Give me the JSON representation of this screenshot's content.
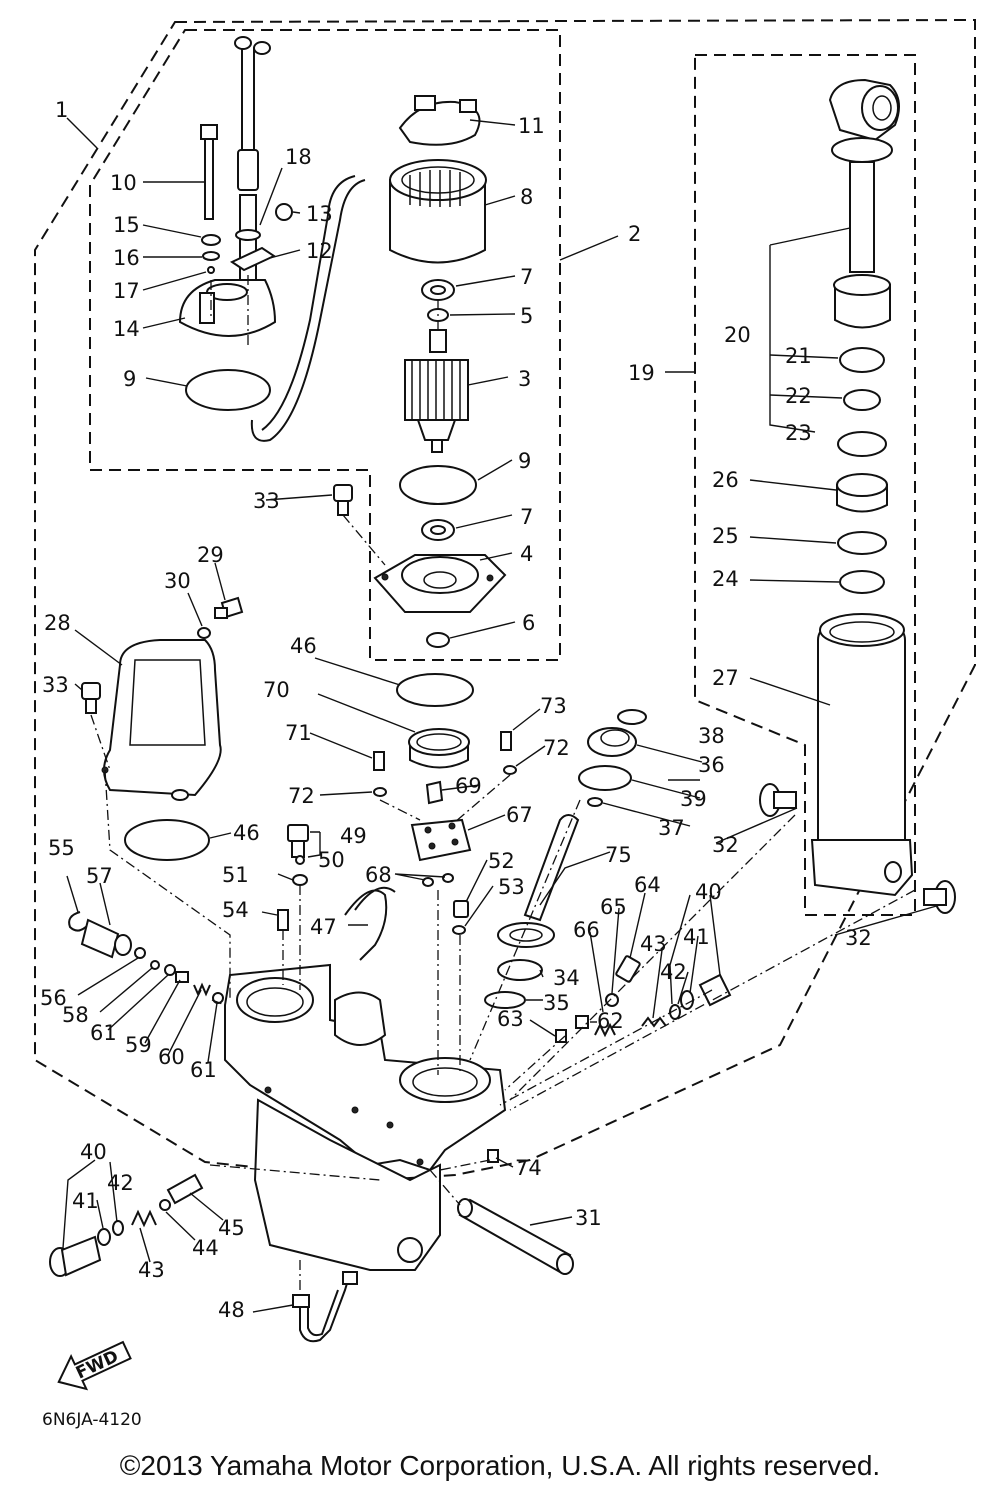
{
  "diagram": {
    "code": "6N6JA-4120",
    "fwd_label": "FWD",
    "copyright": "©2013 Yamaha Motor Corporation, U.S.A. All rights reserved."
  },
  "callouts": [
    {
      "id": "c1",
      "text": "1"
    },
    {
      "id": "c2",
      "text": "2"
    },
    {
      "id": "c3",
      "text": "3"
    },
    {
      "id": "c4",
      "text": "4"
    },
    {
      "id": "c5",
      "text": "5"
    },
    {
      "id": "c6",
      "text": "6"
    },
    {
      "id": "c7a",
      "text": "7"
    },
    {
      "id": "c7b",
      "text": "7"
    },
    {
      "id": "c8",
      "text": "8"
    },
    {
      "id": "c9a",
      "text": "9"
    },
    {
      "id": "c9b",
      "text": "9"
    },
    {
      "id": "c10",
      "text": "10"
    },
    {
      "id": "c11",
      "text": "11"
    },
    {
      "id": "c12",
      "text": "12"
    },
    {
      "id": "c13",
      "text": "13"
    },
    {
      "id": "c14",
      "text": "14"
    },
    {
      "id": "c15",
      "text": "15"
    },
    {
      "id": "c16",
      "text": "16"
    },
    {
      "id": "c17",
      "text": "17"
    },
    {
      "id": "c18",
      "text": "18"
    },
    {
      "id": "c19",
      "text": "19"
    },
    {
      "id": "c20",
      "text": "20"
    },
    {
      "id": "c21",
      "text": "21"
    },
    {
      "id": "c22",
      "text": "22"
    },
    {
      "id": "c23",
      "text": "23"
    },
    {
      "id": "c24",
      "text": "24"
    },
    {
      "id": "c25",
      "text": "25"
    },
    {
      "id": "c26",
      "text": "26"
    },
    {
      "id": "c27",
      "text": "27"
    },
    {
      "id": "c28",
      "text": "28"
    },
    {
      "id": "c29",
      "text": "29"
    },
    {
      "id": "c30",
      "text": "30"
    },
    {
      "id": "c31",
      "text": "31"
    },
    {
      "id": "c32a",
      "text": "32"
    },
    {
      "id": "c32b",
      "text": "32"
    },
    {
      "id": "c33a",
      "text": "33"
    },
    {
      "id": "c33b",
      "text": "33"
    },
    {
      "id": "c34",
      "text": "34"
    },
    {
      "id": "c35",
      "text": "35"
    },
    {
      "id": "c36",
      "text": "36"
    },
    {
      "id": "c37",
      "text": "37"
    },
    {
      "id": "c38",
      "text": "38"
    },
    {
      "id": "c39",
      "text": "39"
    },
    {
      "id": "c40a",
      "text": "40"
    },
    {
      "id": "c40b",
      "text": "40"
    },
    {
      "id": "c41a",
      "text": "41"
    },
    {
      "id": "c41b",
      "text": "41"
    },
    {
      "id": "c42a",
      "text": "42"
    },
    {
      "id": "c42b",
      "text": "42"
    },
    {
      "id": "c43a",
      "text": "43"
    },
    {
      "id": "c43b",
      "text": "43"
    },
    {
      "id": "c44",
      "text": "44"
    },
    {
      "id": "c45",
      "text": "45"
    },
    {
      "id": "c46a",
      "text": "46"
    },
    {
      "id": "c46b",
      "text": "46"
    },
    {
      "id": "c47",
      "text": "47"
    },
    {
      "id": "c48",
      "text": "48"
    },
    {
      "id": "c49",
      "text": "49"
    },
    {
      "id": "c50",
      "text": "50"
    },
    {
      "id": "c51",
      "text": "51"
    },
    {
      "id": "c52",
      "text": "52"
    },
    {
      "id": "c53",
      "text": "53"
    },
    {
      "id": "c54",
      "text": "54"
    },
    {
      "id": "c55",
      "text": "55"
    },
    {
      "id": "c56",
      "text": "56"
    },
    {
      "id": "c57",
      "text": "57"
    },
    {
      "id": "c58",
      "text": "58"
    },
    {
      "id": "c59",
      "text": "59"
    },
    {
      "id": "c60",
      "text": "60"
    },
    {
      "id": "c61a",
      "text": "61"
    },
    {
      "id": "c61b",
      "text": "61"
    },
    {
      "id": "c62",
      "text": "62"
    },
    {
      "id": "c63",
      "text": "63"
    },
    {
      "id": "c64",
      "text": "64"
    },
    {
      "id": "c65",
      "text": "65"
    },
    {
      "id": "c66",
      "text": "66"
    },
    {
      "id": "c67",
      "text": "67"
    },
    {
      "id": "c68",
      "text": "68"
    },
    {
      "id": "c69",
      "text": "69"
    },
    {
      "id": "c70",
      "text": "70"
    },
    {
      "id": "c71",
      "text": "71"
    },
    {
      "id": "c72a",
      "text": "72"
    },
    {
      "id": "c72b",
      "text": "72"
    },
    {
      "id": "c73",
      "text": "73"
    },
    {
      "id": "c74",
      "text": "74"
    },
    {
      "id": "c75",
      "text": "75"
    }
  ]
}
